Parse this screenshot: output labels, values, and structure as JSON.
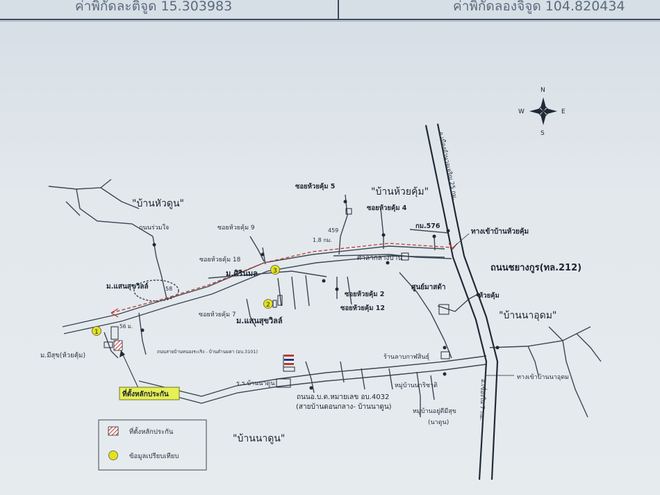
{
  "header": {
    "latitude": "ค่าพิกัดละติจูด 15.303983",
    "longitude": "ค่าพิกัดลองจิจูด 104.820434"
  },
  "compass": {
    "n": "N",
    "s": "S",
    "e": "E",
    "w": "W"
  },
  "villages": {
    "huadun": "\"บ้านหัวดูน\"",
    "huaykum": "\"บ้านห้วยคุ้ม\"",
    "naudom": "\"บ้านนาอุดม\"",
    "nadun": "\"บ้านนาดูน\""
  },
  "roads": {
    "sukhapiban": "ถนนร่วมใจ",
    "soi5": "ซอยห้วยคุ้ม 5",
    "soi4": "ซอยห้วยคุ้ม 4",
    "soi9": "ซอยห้วยคุ้ม 9",
    "soi18": "ซอยห้วยคุ้ม 18",
    "soi7": "ซอยห้วยคุ้ม 7",
    "soi2": "ซอยห้วยคุ้ม 2",
    "soi12": "ซอยห้วยคุ้ม 12",
    "highway212": "ถนนชยางกูร(ทล.212)",
    "km576": "กม.576",
    "vertical_hwy_top": "อ.เมืองอำนาจเจริญ 25 กม.",
    "vertical_hwy_bottom": "อ.เขื่องใน 7 กม.",
    "dist_18": "1.8 กม.",
    "num_459": "459",
    "num_58": "58",
    "num_56": "56 ม.",
    "nadun_rd": "ถนนสายบ้านหนองระเริง - บ้านดำนมดา (อบ.3101)",
    "road_4032_1": "ถนนอ.บ.ต.หมายเลข อบ.4032",
    "road_4032_2": "(สายบ้านดอนกลาง- บ้านนาดูน)",
    "entrance_huaykum": "ทางเข้าบ้านห้วยคุ้ม",
    "entrance_naudom": "ทางเข้าบ้านนาอุดม",
    "stream": "ห้วยคุ้ม"
  },
  "places": {
    "saensuk_ville_top": "ม.แสนสุขวิลล์",
    "sirinmon": "ม.ศิรินมล",
    "saensuk_ville_mid": "ม.แสนสุขวิลล์",
    "meesuk": "ม.มีสุข(ห้วยคุ้ม)",
    "sala": "ศาลากลางบ้าน",
    "center": "ศูนย์มาสด้า",
    "cafe": "ร้านลาบกาฬสินธุ์",
    "school": "ร.ร.บ้านนาดูน",
    "village_chat": "หมู่บ้านนาริชาติ",
    "village_meesuk": "หมู่บ้านอยู่ดีมีสุข",
    "village_meesuk_sub": "(นาดูน)",
    "property_site": "ที่ตั้งหลักประกัน"
  },
  "legend": {
    "collateral": "ที่ตั้งหลักประกัน",
    "comparison": "ข้อมูลเปรียบเทียบ"
  },
  "markers": {
    "comp1": "1",
    "comp2": "2",
    "comp3": "3"
  },
  "colors": {
    "road": "#3b4654",
    "route": "#c0392b",
    "comparison": "#e4e21c",
    "callout": "#e8ef55"
  }
}
